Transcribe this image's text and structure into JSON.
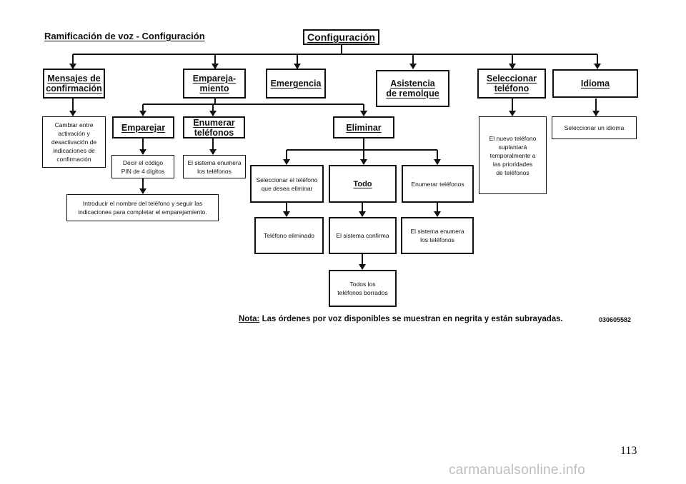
{
  "title": "Ramificación de voz - Configuración",
  "root": "Configuración",
  "nodes": {
    "mensajes": "Mensajes de\nconfirmación",
    "emparejamiento": "Empareja-\nmiento",
    "emergencia": "Emergencia",
    "asistencia": "Asistencia\nde remolque",
    "seleccionar_telefono": "Seleccionar\nteléfono",
    "idioma": "Idioma",
    "emparejar": "Emparejar",
    "enumerar_telefonos": "Enumerar\nteléfonos",
    "eliminar": "Eliminar",
    "todo": "Todo"
  },
  "descriptions": {
    "cambiar": "Cambiar entre\nactivación y\ndesactivación de\nindicaciones de\nconfirmación",
    "decir_codigo": "Decir el código\nPIN de 4 dígitos",
    "sistema_enumera_1": "El sistema enumera\nlos teléfonos",
    "introducir_nombre": "Introducir el nombre del teléfono y seguir las\nindicaciones para completar el emparejamiento.",
    "seleccionar_eliminar": "Seleccionar el teléfono\nque desea eliminar",
    "enumerar_telefonos_desc": "Enumerar teléfonos",
    "telefono_eliminado": "Teléfono eliminado",
    "sistema_confirma": "El sistema confirma",
    "sistema_enumera_2": "El sistema enumera\nlos teléfonos",
    "todos_borrados": "Todos los\nteléfonos borrados",
    "nuevo_telefono": "El nuevo teléfono\nsuplantará\ntemporalmente a\nlas prioridades\nde teléfonos",
    "seleccionar_idioma": "Seleccionar un idioma"
  },
  "note": {
    "label": "Nota:",
    "text": " Las órdenes por voz disponibles se muestran en negrita y están subrayadas."
  },
  "code": "030605582",
  "page_number": "113",
  "watermark": "carmanualsonline.info"
}
